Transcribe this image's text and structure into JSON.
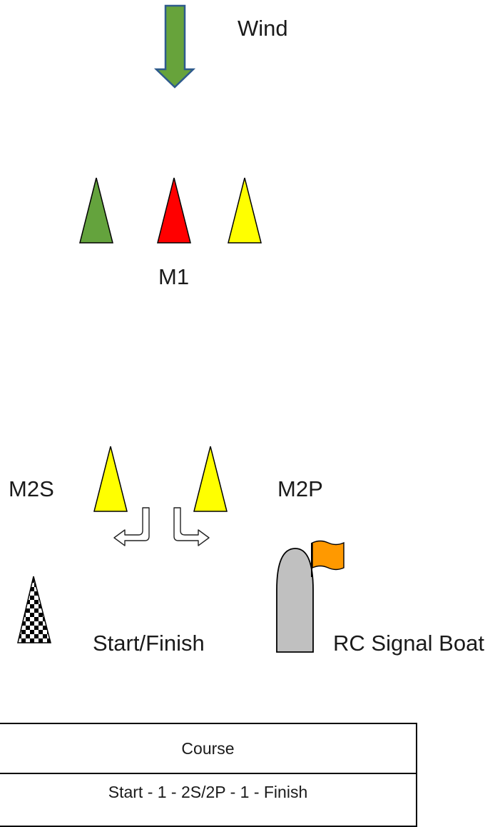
{
  "wind": {
    "label": "Wind",
    "arrow_color": "#67a33b",
    "arrow_stroke": "#2e5a8c"
  },
  "marks": {
    "m1": {
      "label": "M1",
      "colors": [
        "#64a33d",
        "#ff0000",
        "#ffff00"
      ]
    },
    "m2s": {
      "label": "M2S",
      "color": "#ffff00"
    },
    "m2p": {
      "label": "M2P",
      "color": "#ffff00"
    }
  },
  "start_finish": {
    "label": "Start/Finish"
  },
  "signal_boat": {
    "label": "RC Signal Boat",
    "hull_color": "#c0c0c0",
    "flag_color": "#ff9900"
  },
  "course_table": {
    "header": "Course",
    "rows": [
      "Start - 1 - 2S/2P - 1 - Finish"
    ]
  }
}
